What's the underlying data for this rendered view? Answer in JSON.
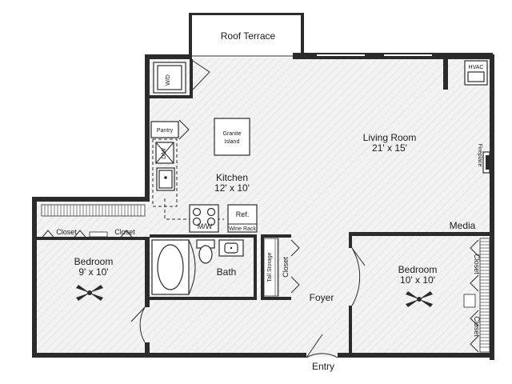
{
  "rooms": {
    "roof_terrace": "Roof Terrace",
    "living_room": {
      "name": "Living Room",
      "size": "21' x 15'"
    },
    "kitchen": {
      "name": "Kitchen",
      "size": "12' x 10'"
    },
    "bedroom_left": {
      "name": "Bedroom",
      "size": "9' x 10'"
    },
    "bedroom_right": {
      "name": "Bedroom",
      "size": "10' x 10'"
    },
    "bath": "Bath",
    "foyer": "Foyer",
    "entry": "Entry"
  },
  "fixtures": {
    "hvac": "HVAC",
    "washer_dryer": "W/D",
    "pantry": "Pantry",
    "dishwasher": "D/W",
    "granite_island_line1": "Granite",
    "granite_island_line2": "Island",
    "microwave": "M/W",
    "refrigerator": "Ref.",
    "wine_rack": "Wine Rack",
    "fireplace": "Fireplace",
    "media": "Media",
    "tall_storage": "Tall Storage",
    "closet_label": "Closet"
  },
  "colors": {
    "wall": "#2b2b2b",
    "floor": "#f1f1f1",
    "hatch": "#dcdcdc"
  }
}
